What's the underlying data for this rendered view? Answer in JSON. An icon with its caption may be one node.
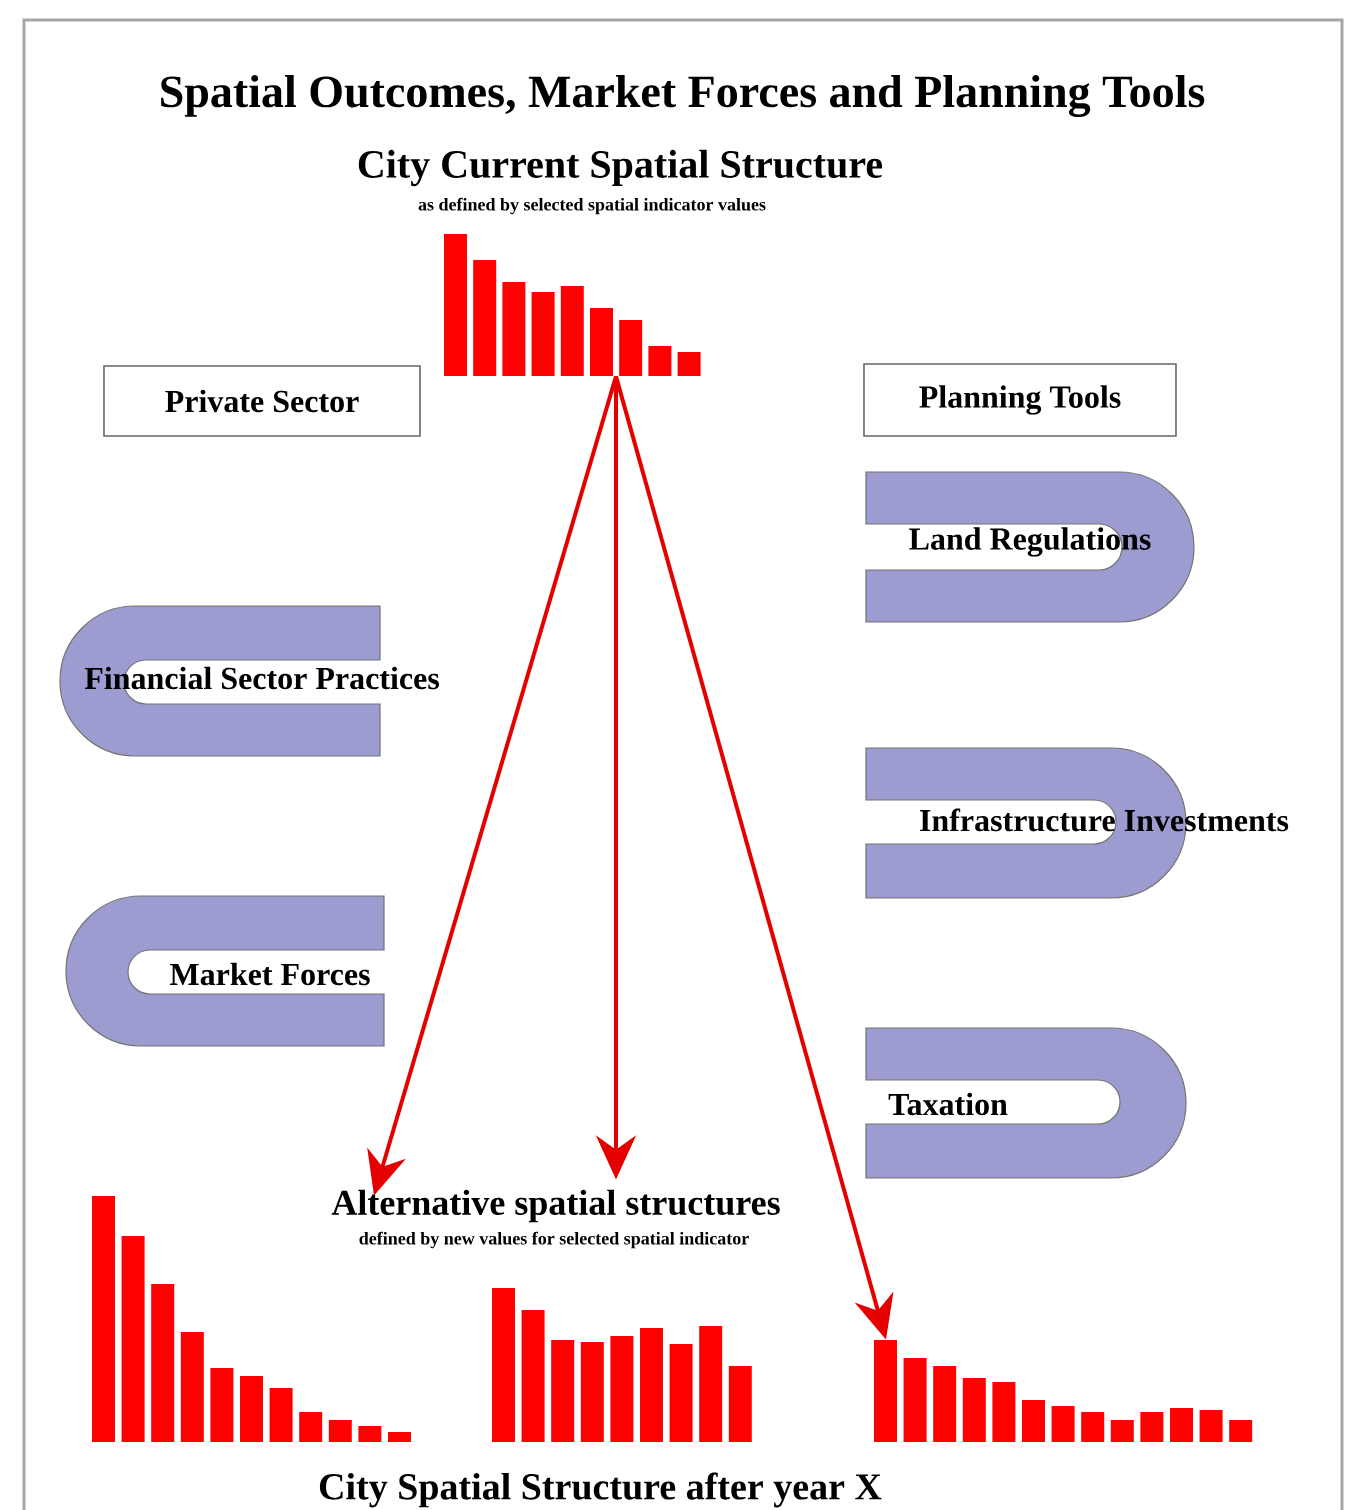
{
  "diagram": {
    "title": "Spatial Outcomes, Market Forces and Planning Tools",
    "nodes": [
      {
        "text": [],
        "shape": "picture"
      },
      {
        "text": [
          "Private Sector"
        ]
      },
      {
        "text": [
          "Planning Tools"
        ]
      },
      {
        "text": [
          "Financial Sector Practices"
        ]
      },
      {
        "text": [
          "Market Forces"
        ]
      },
      {
        "text": [
          "Land Regulations"
        ]
      },
      {
        "text": [
          "Infrastructure Investments"
        ]
      },
      {
        "text": [
          "Taxation"
        ]
      },
      {
        "text": [],
        "shape": "picture"
      },
      {
        "text": [
          "Alternative spatial structures",
          "defined by new values for selected spatial indicator"
        ]
      },
      {
        "text": [],
        "shape": "picture"
      }
    ],
    "edges": [
      {
        "from": 0,
        "to": 8,
        "arrow": "to"
      },
      {
        "from": 0,
        "to": 9,
        "arrow": "to"
      },
      {
        "from": 0,
        "to": 10,
        "arrow": "to"
      }
    ],
    "labels": [
      "City Current Spatial Structure",
      "as defined by selected spatial indicator values",
      "City Spatial Structure after year X"
    ]
  }
}
